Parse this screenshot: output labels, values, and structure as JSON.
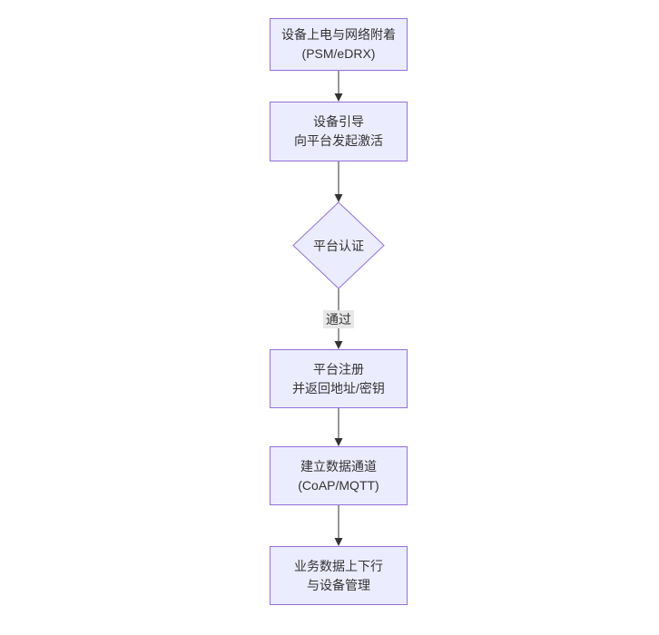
{
  "diagram": {
    "type": "flowchart-top-down",
    "colors": {
      "background": "#ffffff",
      "node_fill": "#ececff",
      "node_border": "#9370db",
      "line": "#333333",
      "text": "#333333",
      "edge_label_bg": "#e8e8e8"
    },
    "nodes": [
      {
        "id": "power-attach",
        "shape": "rect",
        "lines": [
          "设备上电与网络附着",
          "(PSM/eDRX)"
        ]
      },
      {
        "id": "bootstrap",
        "shape": "rect",
        "lines": [
          "设备引导",
          "向平台发起激活"
        ]
      },
      {
        "id": "platform-auth",
        "shape": "diamond",
        "lines": [
          "平台认证"
        ]
      },
      {
        "id": "platform-register",
        "shape": "rect",
        "lines": [
          "平台注册",
          "并返回地址/密钥"
        ]
      },
      {
        "id": "data-channel",
        "shape": "rect",
        "lines": [
          "建立数据通道",
          "(CoAP/MQTT)"
        ]
      },
      {
        "id": "business-data",
        "shape": "rect",
        "lines": [
          "业务数据上下行",
          "与设备管理"
        ]
      }
    ],
    "edges": [
      {
        "from": "power-attach",
        "to": "bootstrap",
        "label": ""
      },
      {
        "from": "bootstrap",
        "to": "platform-auth",
        "label": ""
      },
      {
        "from": "platform-auth",
        "to": "platform-register",
        "label": "通过"
      },
      {
        "from": "platform-register",
        "to": "data-channel",
        "label": ""
      },
      {
        "from": "data-channel",
        "to": "business-data",
        "label": ""
      }
    ]
  }
}
